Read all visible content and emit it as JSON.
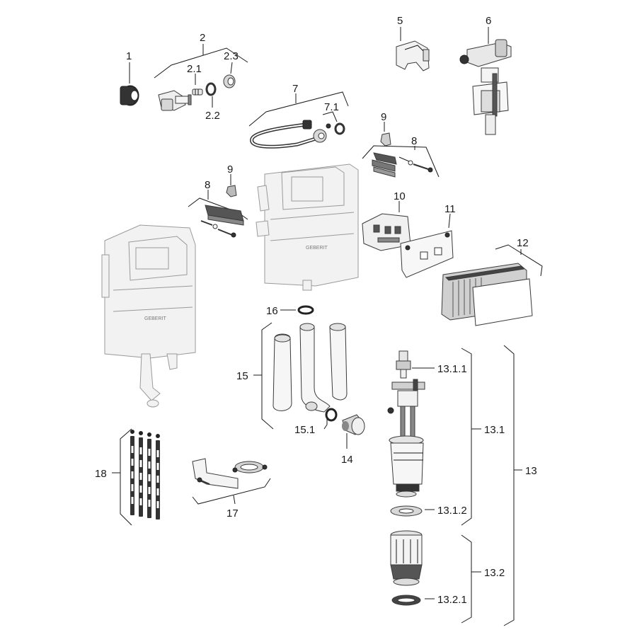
{
  "callouts": [
    {
      "id": "c1",
      "text": "1"
    },
    {
      "id": "c2",
      "text": "2"
    },
    {
      "id": "c2_1",
      "text": "2.1"
    },
    {
      "id": "c2_2",
      "text": "2.2"
    },
    {
      "id": "c2_3",
      "text": "2.3"
    },
    {
      "id": "c5",
      "text": "5"
    },
    {
      "id": "c6",
      "text": "6"
    },
    {
      "id": "c7",
      "text": "7"
    },
    {
      "id": "c7_1",
      "text": "7.1"
    },
    {
      "id": "c8a",
      "text": "8"
    },
    {
      "id": "c8b",
      "text": "8"
    },
    {
      "id": "c9a",
      "text": "9"
    },
    {
      "id": "c9b",
      "text": "9"
    },
    {
      "id": "c10",
      "text": "10"
    },
    {
      "id": "c11",
      "text": "11"
    },
    {
      "id": "c12",
      "text": "12"
    },
    {
      "id": "c13",
      "text": "13"
    },
    {
      "id": "c13_1",
      "text": "13.1"
    },
    {
      "id": "c13_1_1",
      "text": "13.1.1"
    },
    {
      "id": "c13_1_2",
      "text": "13.1.2"
    },
    {
      "id": "c13_2",
      "text": "13.2"
    },
    {
      "id": "c13_2_1",
      "text": "13.2.1"
    },
    {
      "id": "c14",
      "text": "14"
    },
    {
      "id": "c15",
      "text": "15"
    },
    {
      "id": "c15_1",
      "text": "15.1"
    },
    {
      "id": "c16",
      "text": "16"
    },
    {
      "id": "c17",
      "text": "17"
    },
    {
      "id": "c18",
      "text": "18"
    }
  ],
  "brand_text": "GEBERIT"
}
